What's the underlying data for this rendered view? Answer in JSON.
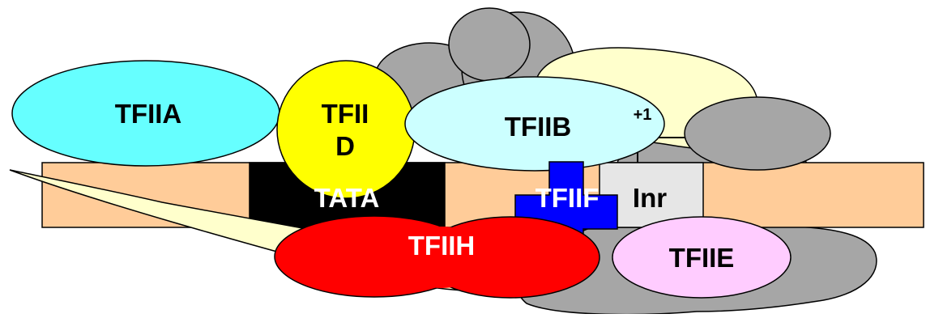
{
  "labels": {
    "tfiia": "TFIIA",
    "tfiid_line1": "TFII",
    "tfiid_line2": "D",
    "tfiib": "TFIIB",
    "plus_one": "+1",
    "tata": "TATA",
    "tfiif": "TFIIF",
    "inr": "Inr",
    "tfiih": "TFIIH",
    "tfiie": "TFIIE"
  },
  "colors": {
    "dna": "#FFCC99",
    "tata_box": "#000000",
    "inr_box": "#E6E6E6",
    "polymerase": "#A6A6A6",
    "cream": "#FFFFCC",
    "tfiia": "#66FFFF",
    "tfiid": "#FFFF00",
    "tfiib": "#CCFFFF",
    "tfiif": "#0000FF",
    "tfiih": "#FF0000",
    "tfiie": "#FFCCFF"
  }
}
